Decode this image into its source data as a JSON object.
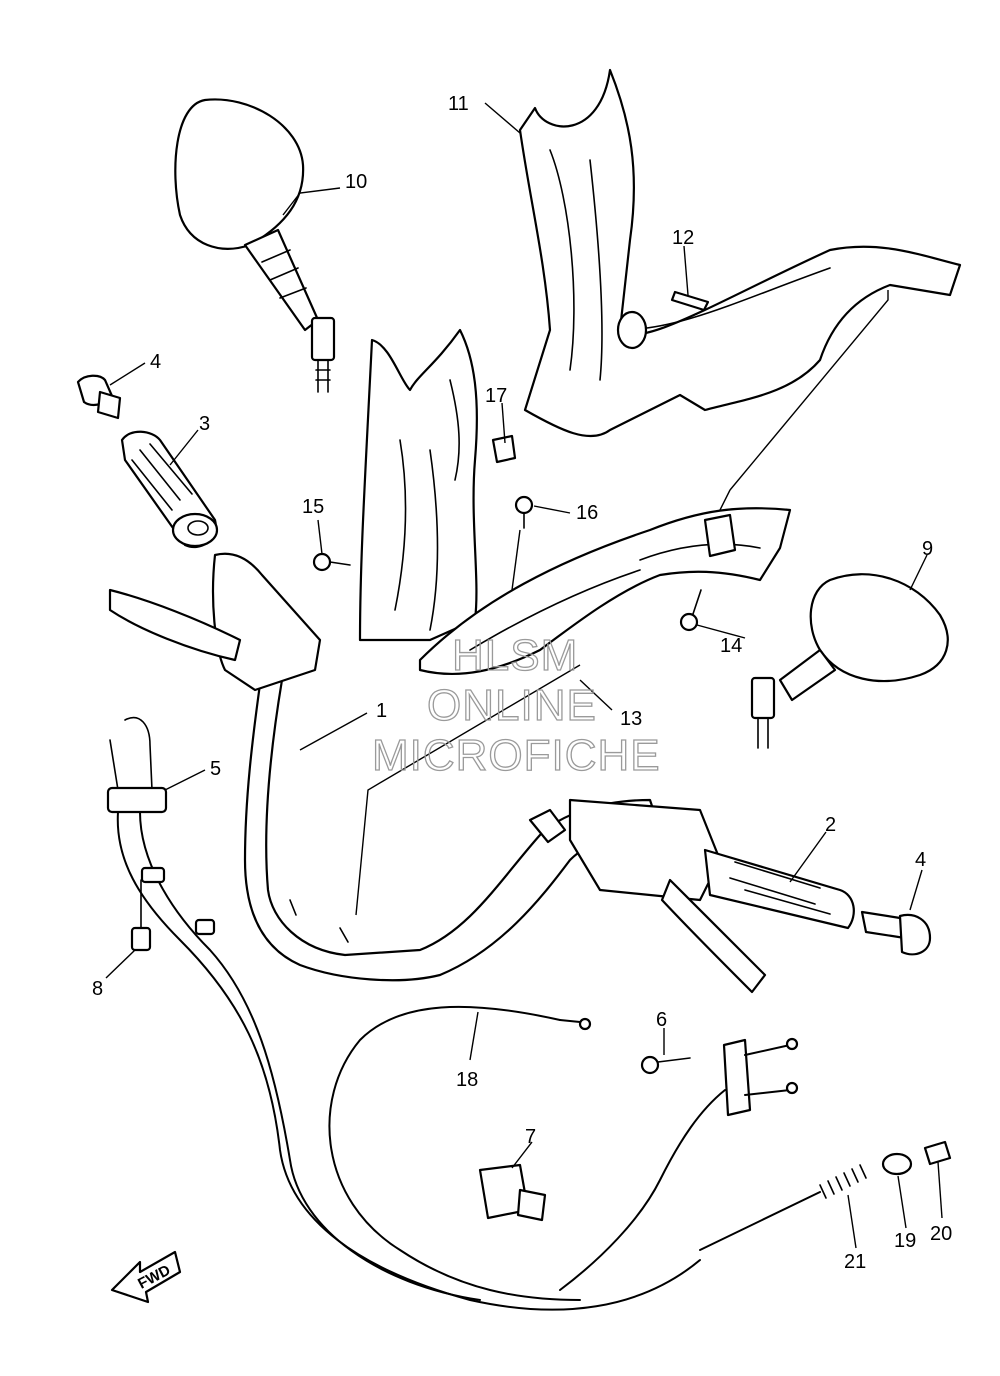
{
  "callouts": {
    "c1": "1",
    "c2": "2",
    "c3": "3",
    "c4a": "4",
    "c4b": "4",
    "c5": "5",
    "c6": "6",
    "c7": "7",
    "c8": "8",
    "c9": "9",
    "c10": "10",
    "c11": "11",
    "c12": "12",
    "c13": "13",
    "c14": "14",
    "c15": "15",
    "c16": "16",
    "c17": "17",
    "c18": "18",
    "c19": "19",
    "c20": "20",
    "c21": "21"
  },
  "watermark": {
    "line1": "HLSM",
    "line2": "ONLINE",
    "line3": "MICROFICHE"
  },
  "direction_arrow": {
    "label": "FWD"
  }
}
